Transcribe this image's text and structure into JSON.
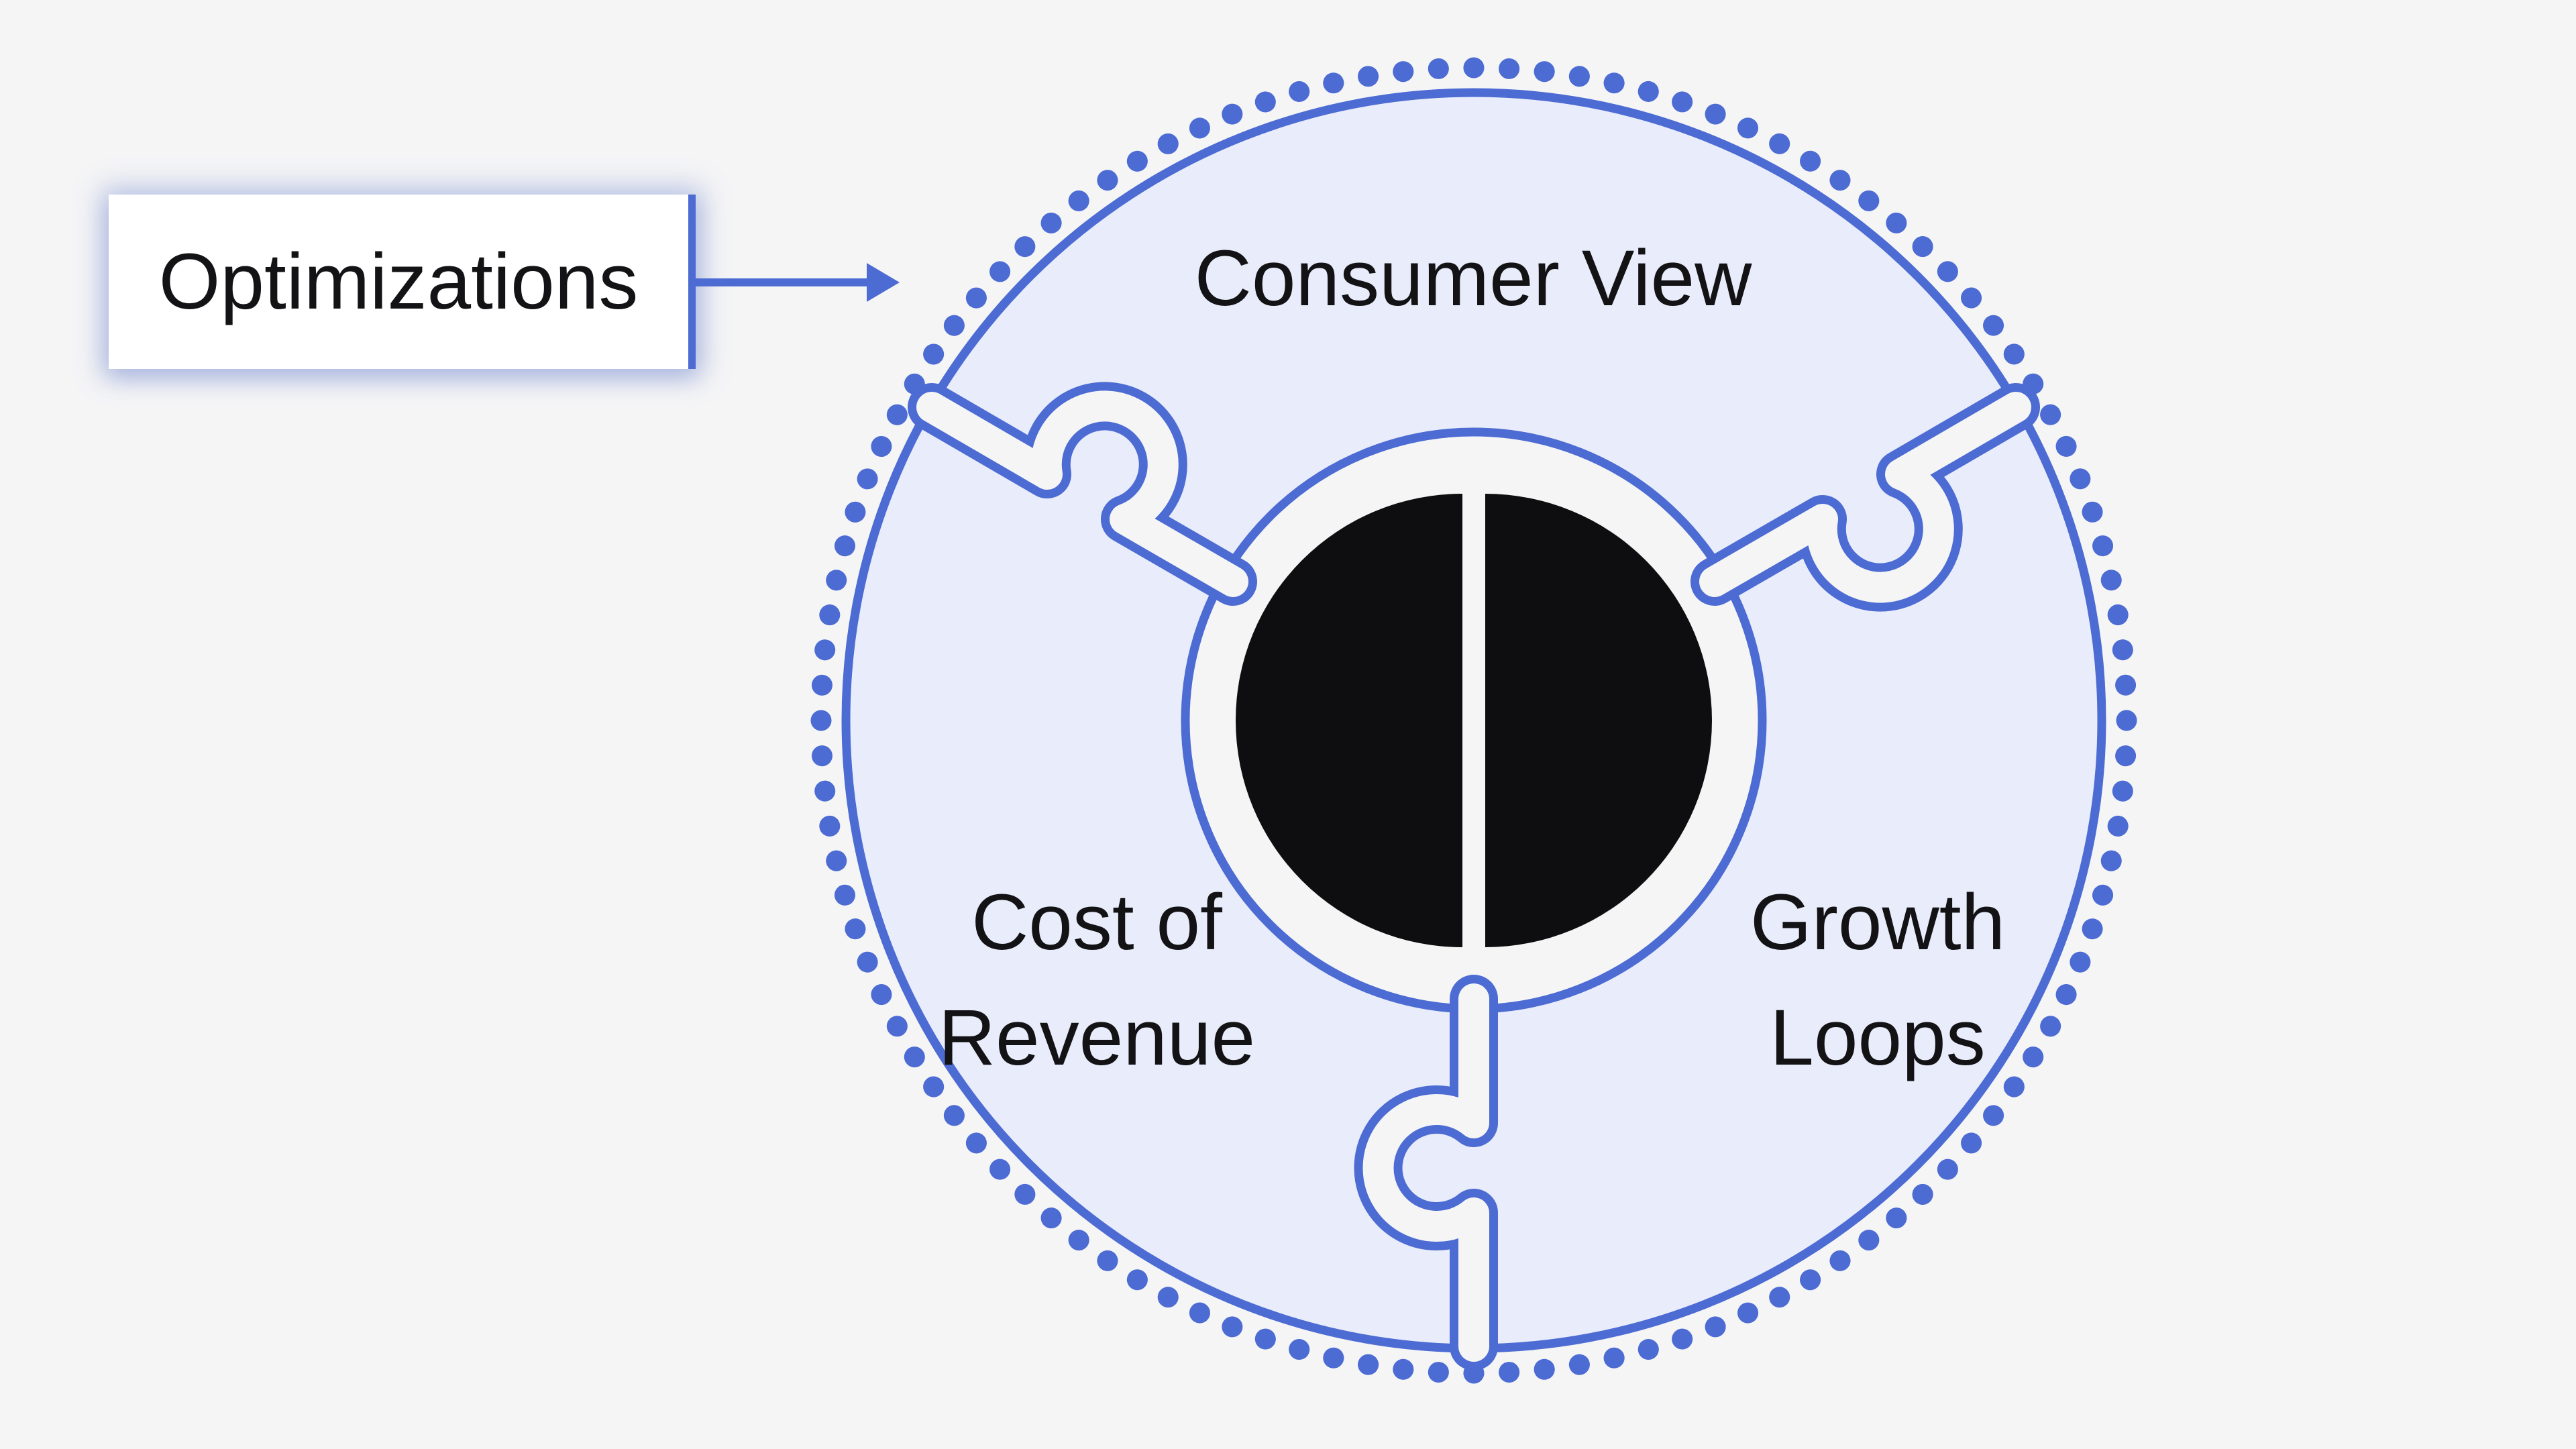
{
  "callout": {
    "label": "Optimizations"
  },
  "pieces": {
    "top": {
      "label": "Consumer View"
    },
    "bottom_left": {
      "label_line1": "Cost of",
      "label_line2": "Revenue"
    },
    "bottom_right": {
      "label_line1": "Growth",
      "label_line2": "Loops"
    }
  },
  "colors": {
    "accent": "#4c6bd3",
    "piece-fill": "#e9ecfa",
    "background": "#f5f5f6",
    "callout-bg": "#ffffff",
    "ink": "#0e0e10",
    "text": "#131316"
  }
}
